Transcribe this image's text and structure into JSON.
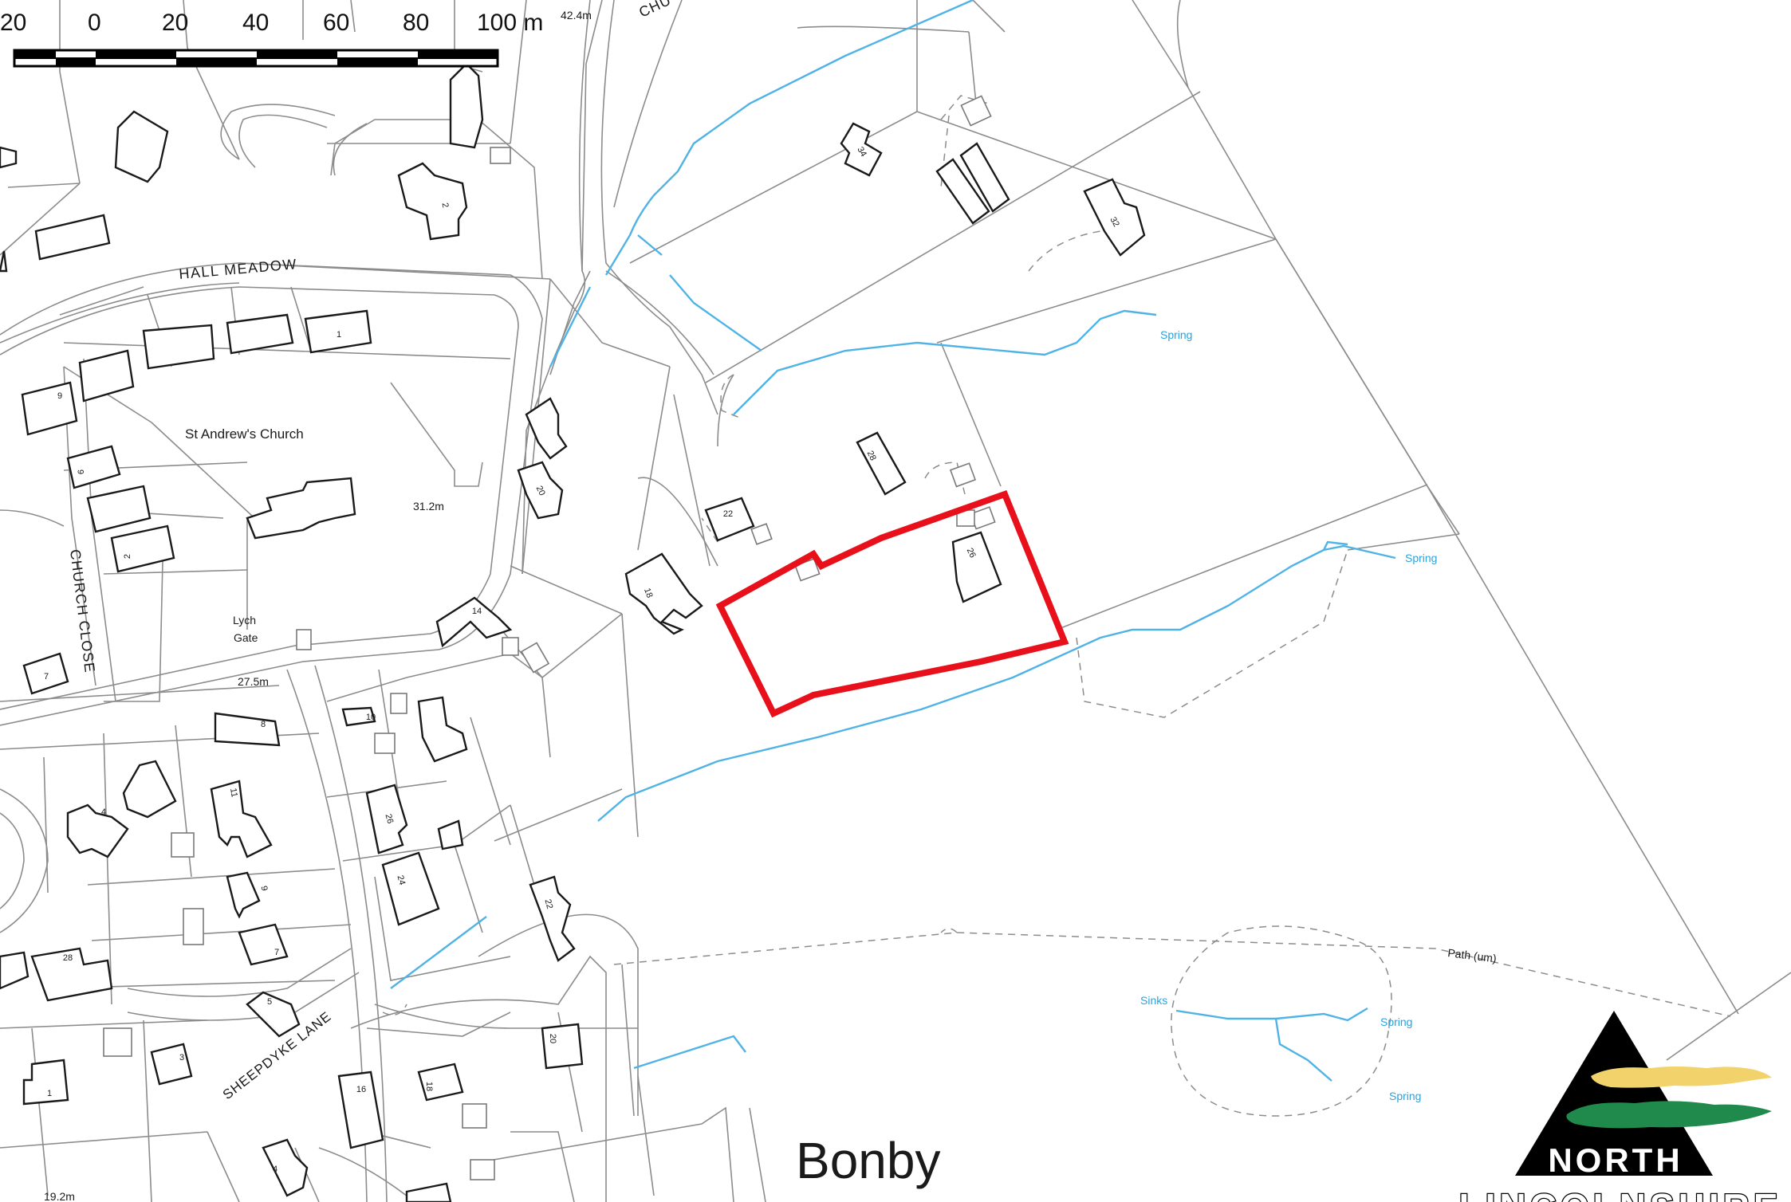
{
  "map": {
    "place_name": "Bonby",
    "roads": {
      "hall_meadow": "HALL  MEADOW",
      "church_close": "CHURCH CLOSE",
      "sheepdyke_lane": "SHEEPDYKE LANE",
      "church_lane_partial": "CHU"
    },
    "features": {
      "church": "St Andrew's Church",
      "lych": "Lych",
      "gate": "Gate",
      "path": "Path (um)",
      "sinks": "Sinks",
      "spring_1": "Spring",
      "spring_2": "Spring",
      "spring_3": "Spring",
      "spring_4": "Spring"
    },
    "spot_heights": {
      "h1": "42.4m",
      "h2": "31.2m",
      "h3": "27.5m",
      "h4": "19.2m"
    },
    "house_numbers": {
      "n34": "34",
      "n32": "32",
      "n2a": "2",
      "n1a": "1",
      "n9a": "9",
      "n6": "6",
      "n2b": "2",
      "n28a": "28",
      "n20a": "20",
      "n22a": "22",
      "n18a": "18",
      "n26a": "26",
      "n14": "14",
      "n7a": "7",
      "n8": "8",
      "n10": "10",
      "n26b": "26",
      "n24": "24",
      "n4a": "4",
      "n11": "11",
      "n9b": "9",
      "n7b": "7",
      "n28b": "28",
      "n22b": "22",
      "n5": "5",
      "n3": "3",
      "n1b": "1",
      "n20b": "20",
      "n18b": "18",
      "n16": "16",
      "n4b": "4"
    }
  },
  "scale_bar": {
    "labels": [
      "20",
      "0",
      "20",
      "40",
      "60",
      "80",
      "100 m"
    ]
  },
  "logo": {
    "line1": "NORTH",
    "line2": "LINCOLNSHIRE",
    "colors": {
      "yellow": "#f2d36b",
      "green": "#1f8a4c",
      "black": "#000000"
    }
  },
  "colors": {
    "site_boundary": "#e8101a",
    "water": "#4fb3e6",
    "buildings": "#1a1a1a",
    "parcels": "#8c8c8c"
  }
}
